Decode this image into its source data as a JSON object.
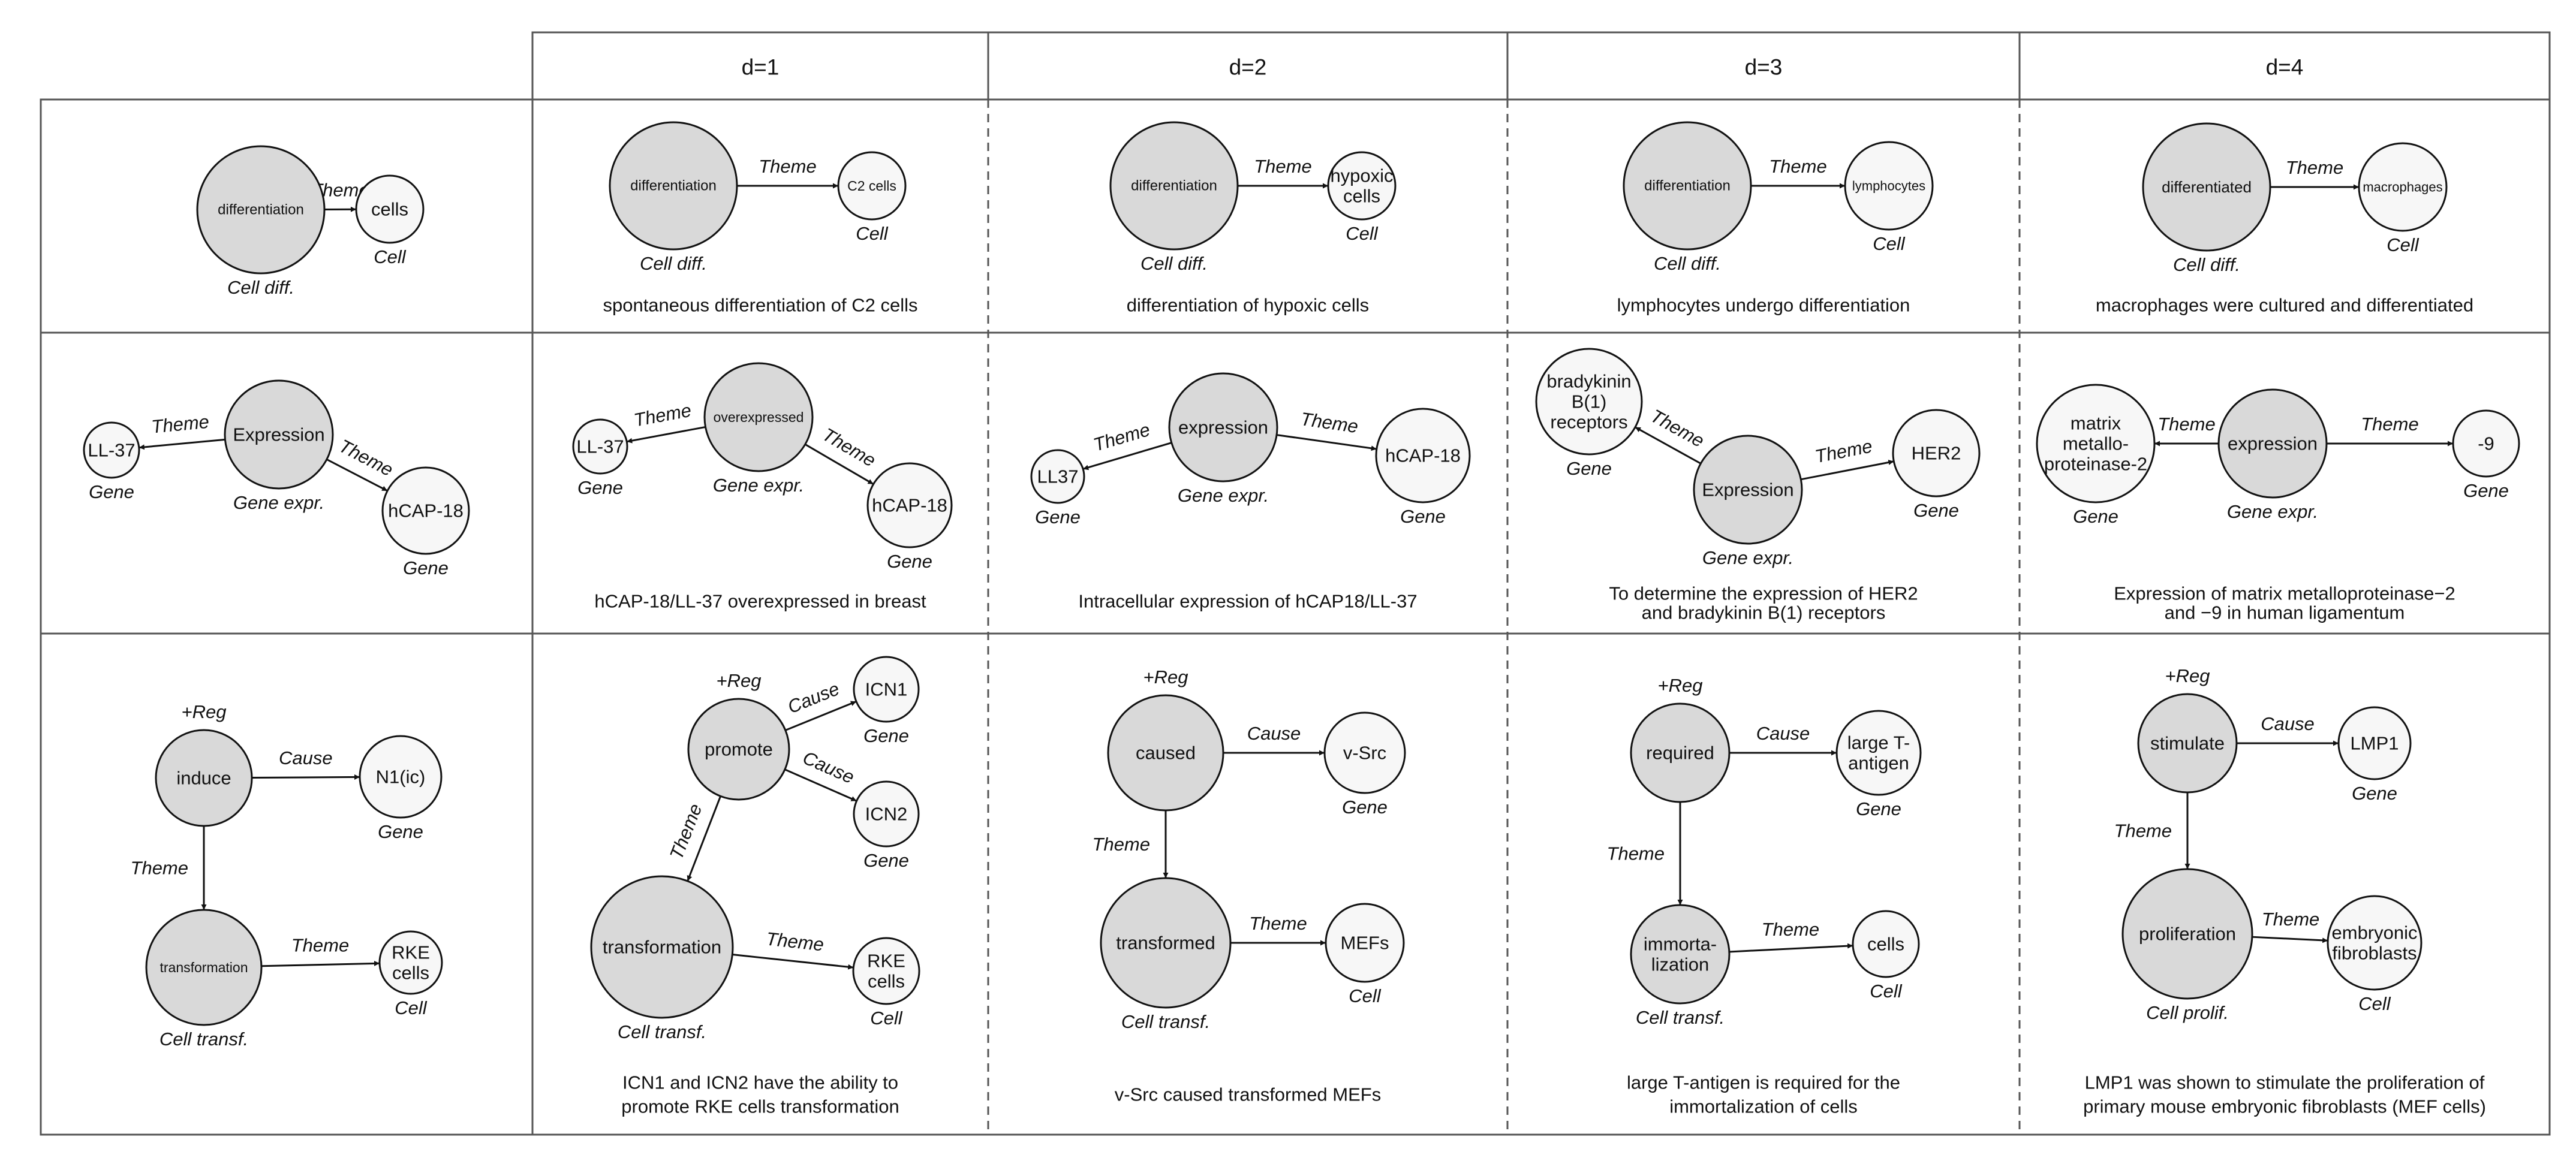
{
  "headers": [
    "d=1",
    "d=2",
    "d=3",
    "d=4"
  ],
  "colors": {
    "trigger_fill": "#d9d9d9",
    "entity_fill": "#f7f7f7",
    "stroke": "#111111",
    "border": "#555555"
  },
  "rows": [
    {
      "example": {
        "nodes": [
          {
            "id": "t",
            "label": [
              "differentiation"
            ],
            "kind": "trigger",
            "type": "Cell diff."
          },
          {
            "id": "a",
            "label": [
              "cells"
            ],
            "kind": "entity",
            "type": "Cell"
          }
        ],
        "edges": [
          {
            "from": "t",
            "to": "a",
            "label": "Theme"
          }
        ]
      },
      "cells": [
        {
          "caption": [
            "spontaneous differentiation of C2 cells"
          ],
          "nodes": [
            {
              "id": "t",
              "label": [
                "differentiation"
              ],
              "kind": "trigger",
              "type": "Cell diff."
            },
            {
              "id": "a",
              "label": [
                "C2 cells"
              ],
              "kind": "entity",
              "type": "Cell"
            }
          ],
          "edges": [
            {
              "from": "t",
              "to": "a",
              "label": "Theme"
            }
          ]
        },
        {
          "caption": [
            "differentiation of hypoxic cells"
          ],
          "nodes": [
            {
              "id": "t",
              "label": [
                "differentiation"
              ],
              "kind": "trigger",
              "type": "Cell diff."
            },
            {
              "id": "a",
              "label": [
                "hypoxic",
                "cells"
              ],
              "kind": "entity",
              "type": "Cell"
            }
          ],
          "edges": [
            {
              "from": "t",
              "to": "a",
              "label": "Theme"
            }
          ]
        },
        {
          "caption": [
            "lymphocytes undergo differentiation"
          ],
          "nodes": [
            {
              "id": "t",
              "label": [
                "differentiation"
              ],
              "kind": "trigger",
              "type": "Cell diff."
            },
            {
              "id": "a",
              "label": [
                "lymphocytes"
              ],
              "kind": "entity",
              "type": "Cell"
            }
          ],
          "edges": [
            {
              "from": "t",
              "to": "a",
              "label": "Theme"
            }
          ]
        },
        {
          "caption": [
            "macrophages were cultured and differentiated"
          ],
          "nodes": [
            {
              "id": "t",
              "label": [
                "differentiated"
              ],
              "kind": "trigger",
              "type": "Cell diff."
            },
            {
              "id": "a",
              "label": [
                "macrophages"
              ],
              "kind": "entity",
              "type": "Cell"
            }
          ],
          "edges": [
            {
              "from": "t",
              "to": "a",
              "label": "Theme"
            }
          ]
        }
      ]
    },
    {
      "example": {
        "nodes": [
          {
            "id": "t",
            "label": [
              "Expression"
            ],
            "kind": "trigger",
            "type": "Gene expr."
          },
          {
            "id": "a",
            "label": [
              "LL-37"
            ],
            "kind": "entity",
            "type": "Gene"
          },
          {
            "id": "b",
            "label": [
              "hCAP-18"
            ],
            "kind": "entity",
            "type": "Gene"
          }
        ],
        "edges": [
          {
            "from": "t",
            "to": "a",
            "label": "Theme"
          },
          {
            "from": "t",
            "to": "b",
            "label": "Theme"
          }
        ]
      },
      "cells": [
        {
          "caption": [
            "hCAP-18/LL-37 overexpressed in breast"
          ],
          "nodes": [
            {
              "id": "t",
              "label": [
                "overexpressed"
              ],
              "kind": "trigger",
              "type": "Gene expr."
            },
            {
              "id": "a",
              "label": [
                "LL-37"
              ],
              "kind": "entity",
              "type": "Gene"
            },
            {
              "id": "b",
              "label": [
                "hCAP-18"
              ],
              "kind": "entity",
              "type": "Gene"
            }
          ],
          "edges": [
            {
              "from": "t",
              "to": "a",
              "label": "Theme"
            },
            {
              "from": "t",
              "to": "b",
              "label": "Theme"
            }
          ]
        },
        {
          "caption": [
            "Intracellular expression of hCAP18/LL-37"
          ],
          "nodes": [
            {
              "id": "t",
              "label": [
                "expression"
              ],
              "kind": "trigger",
              "type": "Gene expr."
            },
            {
              "id": "a",
              "label": [
                "LL37"
              ],
              "kind": "entity",
              "type": "Gene"
            },
            {
              "id": "b",
              "label": [
                "hCAP-18"
              ],
              "kind": "entity",
              "type": "Gene"
            }
          ],
          "edges": [
            {
              "from": "t",
              "to": "a",
              "label": "Theme"
            },
            {
              "from": "t",
              "to": "b",
              "label": "Theme"
            }
          ]
        },
        {
          "caption": [
            "To determine the expression of HER2",
            "and bradykinin B(1) receptors"
          ],
          "nodes": [
            {
              "id": "t",
              "label": [
                "Expression"
              ],
              "kind": "trigger",
              "type": "Gene expr."
            },
            {
              "id": "a",
              "label": [
                "bradykinin",
                "B(1)",
                "receptors"
              ],
              "kind": "entity",
              "type": "Gene"
            },
            {
              "id": "b",
              "label": [
                "HER2"
              ],
              "kind": "entity",
              "type": "Gene"
            }
          ],
          "edges": [
            {
              "from": "t",
              "to": "a",
              "label": "Theme"
            },
            {
              "from": "t",
              "to": "b",
              "label": "Theme"
            }
          ]
        },
        {
          "caption": [
            "Expression of matrix metalloproteinase−2",
            "and −9 in human ligamentum"
          ],
          "nodes": [
            {
              "id": "t",
              "label": [
                "expression"
              ],
              "kind": "trigger",
              "type": "Gene expr."
            },
            {
              "id": "a",
              "label": [
                "matrix",
                "metallo-",
                "proteinase-2"
              ],
              "kind": "entity",
              "type": "Gene"
            },
            {
              "id": "b",
              "label": [
                "-9"
              ],
              "kind": "entity",
              "type": "Gene"
            }
          ],
          "edges": [
            {
              "from": "t",
              "to": "a",
              "label": "Theme"
            },
            {
              "from": "t",
              "to": "b",
              "label": "Theme"
            }
          ]
        }
      ]
    },
    {
      "example": {
        "nodes": [
          {
            "id": "r",
            "label": [
              "induce"
            ],
            "kind": "trigger",
            "reg": "+Reg"
          },
          {
            "id": "c",
            "label": [
              "N1(ic)"
            ],
            "kind": "entity",
            "type": "Gene"
          },
          {
            "id": "t",
            "label": [
              "transformation"
            ],
            "kind": "trigger",
            "type": "Cell transf."
          },
          {
            "id": "e",
            "label": [
              "RKE",
              "cells"
            ],
            "kind": "entity",
            "type": "Cell"
          }
        ],
        "edges": [
          {
            "from": "r",
            "to": "c",
            "label": "Cause"
          },
          {
            "from": "r",
            "to": "t",
            "label": "Theme"
          },
          {
            "from": "t",
            "to": "e",
            "label": "Theme"
          }
        ]
      },
      "cells": [
        {
          "caption": [
            "ICN1 and ICN2 have the ability to",
            "promote RKE cells transformation"
          ],
          "nodes": [
            {
              "id": "r",
              "label": [
                "promote"
              ],
              "kind": "trigger",
              "reg": "+Reg"
            },
            {
              "id": "c",
              "label": [
                "ICN1"
              ],
              "kind": "entity",
              "type": "Gene"
            },
            {
              "id": "c2",
              "label": [
                "ICN2"
              ],
              "kind": "entity",
              "type": "Gene"
            },
            {
              "id": "t",
              "label": [
                "transformation"
              ],
              "kind": "trigger",
              "type": "Cell transf."
            },
            {
              "id": "e",
              "label": [
                "RKE",
                "cells"
              ],
              "kind": "entity",
              "type": "Cell"
            }
          ],
          "edges": [
            {
              "from": "r",
              "to": "c",
              "label": "Cause"
            },
            {
              "from": "r",
              "to": "c2",
              "label": "Cause"
            },
            {
              "from": "r",
              "to": "t",
              "label": "Theme"
            },
            {
              "from": "t",
              "to": "e",
              "label": "Theme"
            }
          ]
        },
        {
          "caption": [
            "v-Src caused transformed MEFs"
          ],
          "nodes": [
            {
              "id": "r",
              "label": [
                "caused"
              ],
              "kind": "trigger",
              "reg": "+Reg"
            },
            {
              "id": "c",
              "label": [
                "v-Src"
              ],
              "kind": "entity",
              "type": "Gene"
            },
            {
              "id": "t",
              "label": [
                "transformed"
              ],
              "kind": "trigger",
              "type": "Cell transf."
            },
            {
              "id": "e",
              "label": [
                "MEFs"
              ],
              "kind": "entity",
              "type": "Cell"
            }
          ],
          "edges": [
            {
              "from": "r",
              "to": "c",
              "label": "Cause"
            },
            {
              "from": "r",
              "to": "t",
              "label": "Theme"
            },
            {
              "from": "t",
              "to": "e",
              "label": "Theme"
            }
          ]
        },
        {
          "caption": [
            "large T-antigen is required for the",
            "immortalization of cells"
          ],
          "nodes": [
            {
              "id": "r",
              "label": [
                "required"
              ],
              "kind": "trigger",
              "reg": "+Reg"
            },
            {
              "id": "c",
              "label": [
                "large T-",
                "antigen"
              ],
              "kind": "entity",
              "type": "Gene"
            },
            {
              "id": "t",
              "label": [
                "immorta-",
                "lization"
              ],
              "kind": "trigger",
              "type": "Cell transf."
            },
            {
              "id": "e",
              "label": [
                "cells"
              ],
              "kind": "entity",
              "type": "Cell"
            }
          ],
          "edges": [
            {
              "from": "r",
              "to": "c",
              "label": "Cause"
            },
            {
              "from": "r",
              "to": "t",
              "label": "Theme"
            },
            {
              "from": "t",
              "to": "e",
              "label": "Theme"
            }
          ]
        },
        {
          "caption": [
            "LMP1 was shown to stimulate the proliferation of",
            "primary mouse embryonic fibroblasts (MEF cells)"
          ],
          "nodes": [
            {
              "id": "r",
              "label": [
                "stimulate"
              ],
              "kind": "trigger",
              "reg": "+Reg"
            },
            {
              "id": "c",
              "label": [
                "LMP1"
              ],
              "kind": "entity",
              "type": "Gene"
            },
            {
              "id": "t",
              "label": [
                "proliferation"
              ],
              "kind": "trigger",
              "type": "Cell prolif."
            },
            {
              "id": "e",
              "label": [
                "embryonic",
                "fibroblasts"
              ],
              "kind": "entity",
              "type": "Cell"
            }
          ],
          "edges": [
            {
              "from": "r",
              "to": "c",
              "label": "Cause"
            },
            {
              "from": "r",
              "to": "t",
              "label": "Theme"
            },
            {
              "from": "t",
              "to": "e",
              "label": "Theme"
            }
          ]
        }
      ]
    }
  ]
}
